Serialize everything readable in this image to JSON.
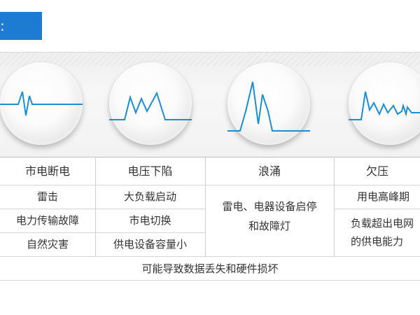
{
  "header": {
    "title": ":"
  },
  "colors": {
    "accent": "#1d7bd1",
    "wave": "#1a8fd4"
  },
  "columns": [
    {
      "title": "市电断电",
      "items": [
        "雷击",
        "电力传输故障",
        "自然灾害"
      ]
    },
    {
      "title": "电压下陷",
      "items": [
        "大负载启动",
        "市电切换",
        "供电设备容量小"
      ]
    },
    {
      "title": "浪涌",
      "items": [
        "雷电、电器设备启停",
        "和故障灯"
      ]
    },
    {
      "title": "欠压",
      "items": [
        "用电高峰期",
        "负载超出电网",
        "的供电能力"
      ]
    }
  ],
  "footer": {
    "text": "可能导致数据丢失和硬件损坏"
  }
}
